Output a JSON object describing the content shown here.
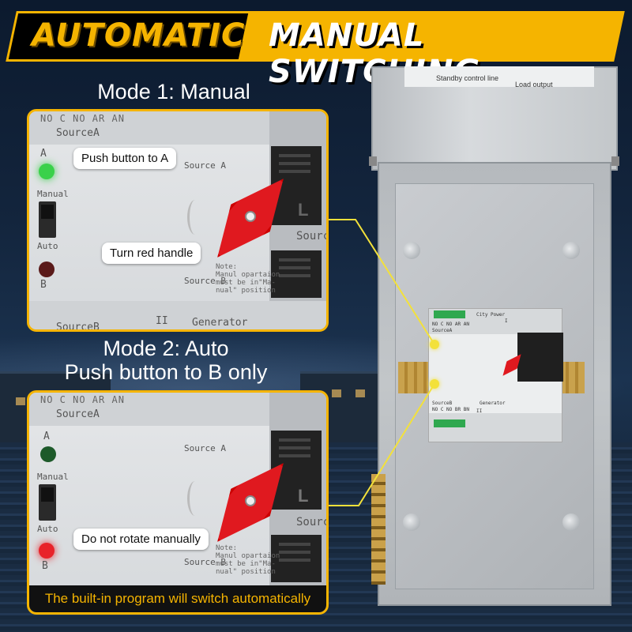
{
  "banner": {
    "left": "AUTOMATIC",
    "right": "MANUAL SWITCHING"
  },
  "mode1": {
    "heading": "Mode 1: Manual",
    "callouts": {
      "push_a": "Push button to A",
      "turn_handle": "Turn red handle"
    },
    "photo_text": {
      "top": "NO C NO AR AN",
      "source": "SourceA",
      "led_a": "A",
      "manual": "Manual",
      "auto": "Auto",
      "led_b": "B",
      "source_a": "Source A",
      "source_b": "Source B",
      "letter_l": "L",
      "source_side": "Sourc",
      "bottom": "SourceB",
      "generator": "Generator",
      "roman": "II",
      "note": "Note:\nManul opartaion\nmust be in\"Ma-\nnual\" position"
    },
    "led_a_color": "#3ad14a",
    "led_b_color": "#5a1a1a"
  },
  "mode2": {
    "heading": "Mode 2: Auto",
    "subheading": "Push button to B only",
    "callouts": {
      "no_rotate": "Do not rotate manually"
    },
    "photo_text": {
      "top": "NO C NO AR AN",
      "source": "SourceA",
      "led_a": "A",
      "manual": "Manual",
      "auto": "Auto",
      "led_b": "B",
      "source_a": "Source A",
      "source_b": "Source B",
      "letter_l": "L",
      "source_side": "Sourc",
      "note": "Note:\nManul opartaion\nmust be in\"Ma-\nnual\" position"
    },
    "led_a_color": "#1d5a2a",
    "led_b_color": "#e8232a",
    "footer": "The built-in program will switch automatically"
  },
  "cabinet": {
    "lid_labels": {
      "left": "Standby control line",
      "right": "Load output"
    },
    "unit_text": {
      "top_terms": "NO C NO AR AN",
      "city_power": "City Power",
      "source_a": "SourceA",
      "source_b": "SourceB",
      "generator": "Generator",
      "bottom_terms": "NO C NO BR BN",
      "roman_i": "I",
      "roman_ii": "II"
    }
  },
  "colors": {
    "accent": "#f5b400",
    "handle_red": "#e0191f",
    "callout_dot": "#f3e13a"
  }
}
